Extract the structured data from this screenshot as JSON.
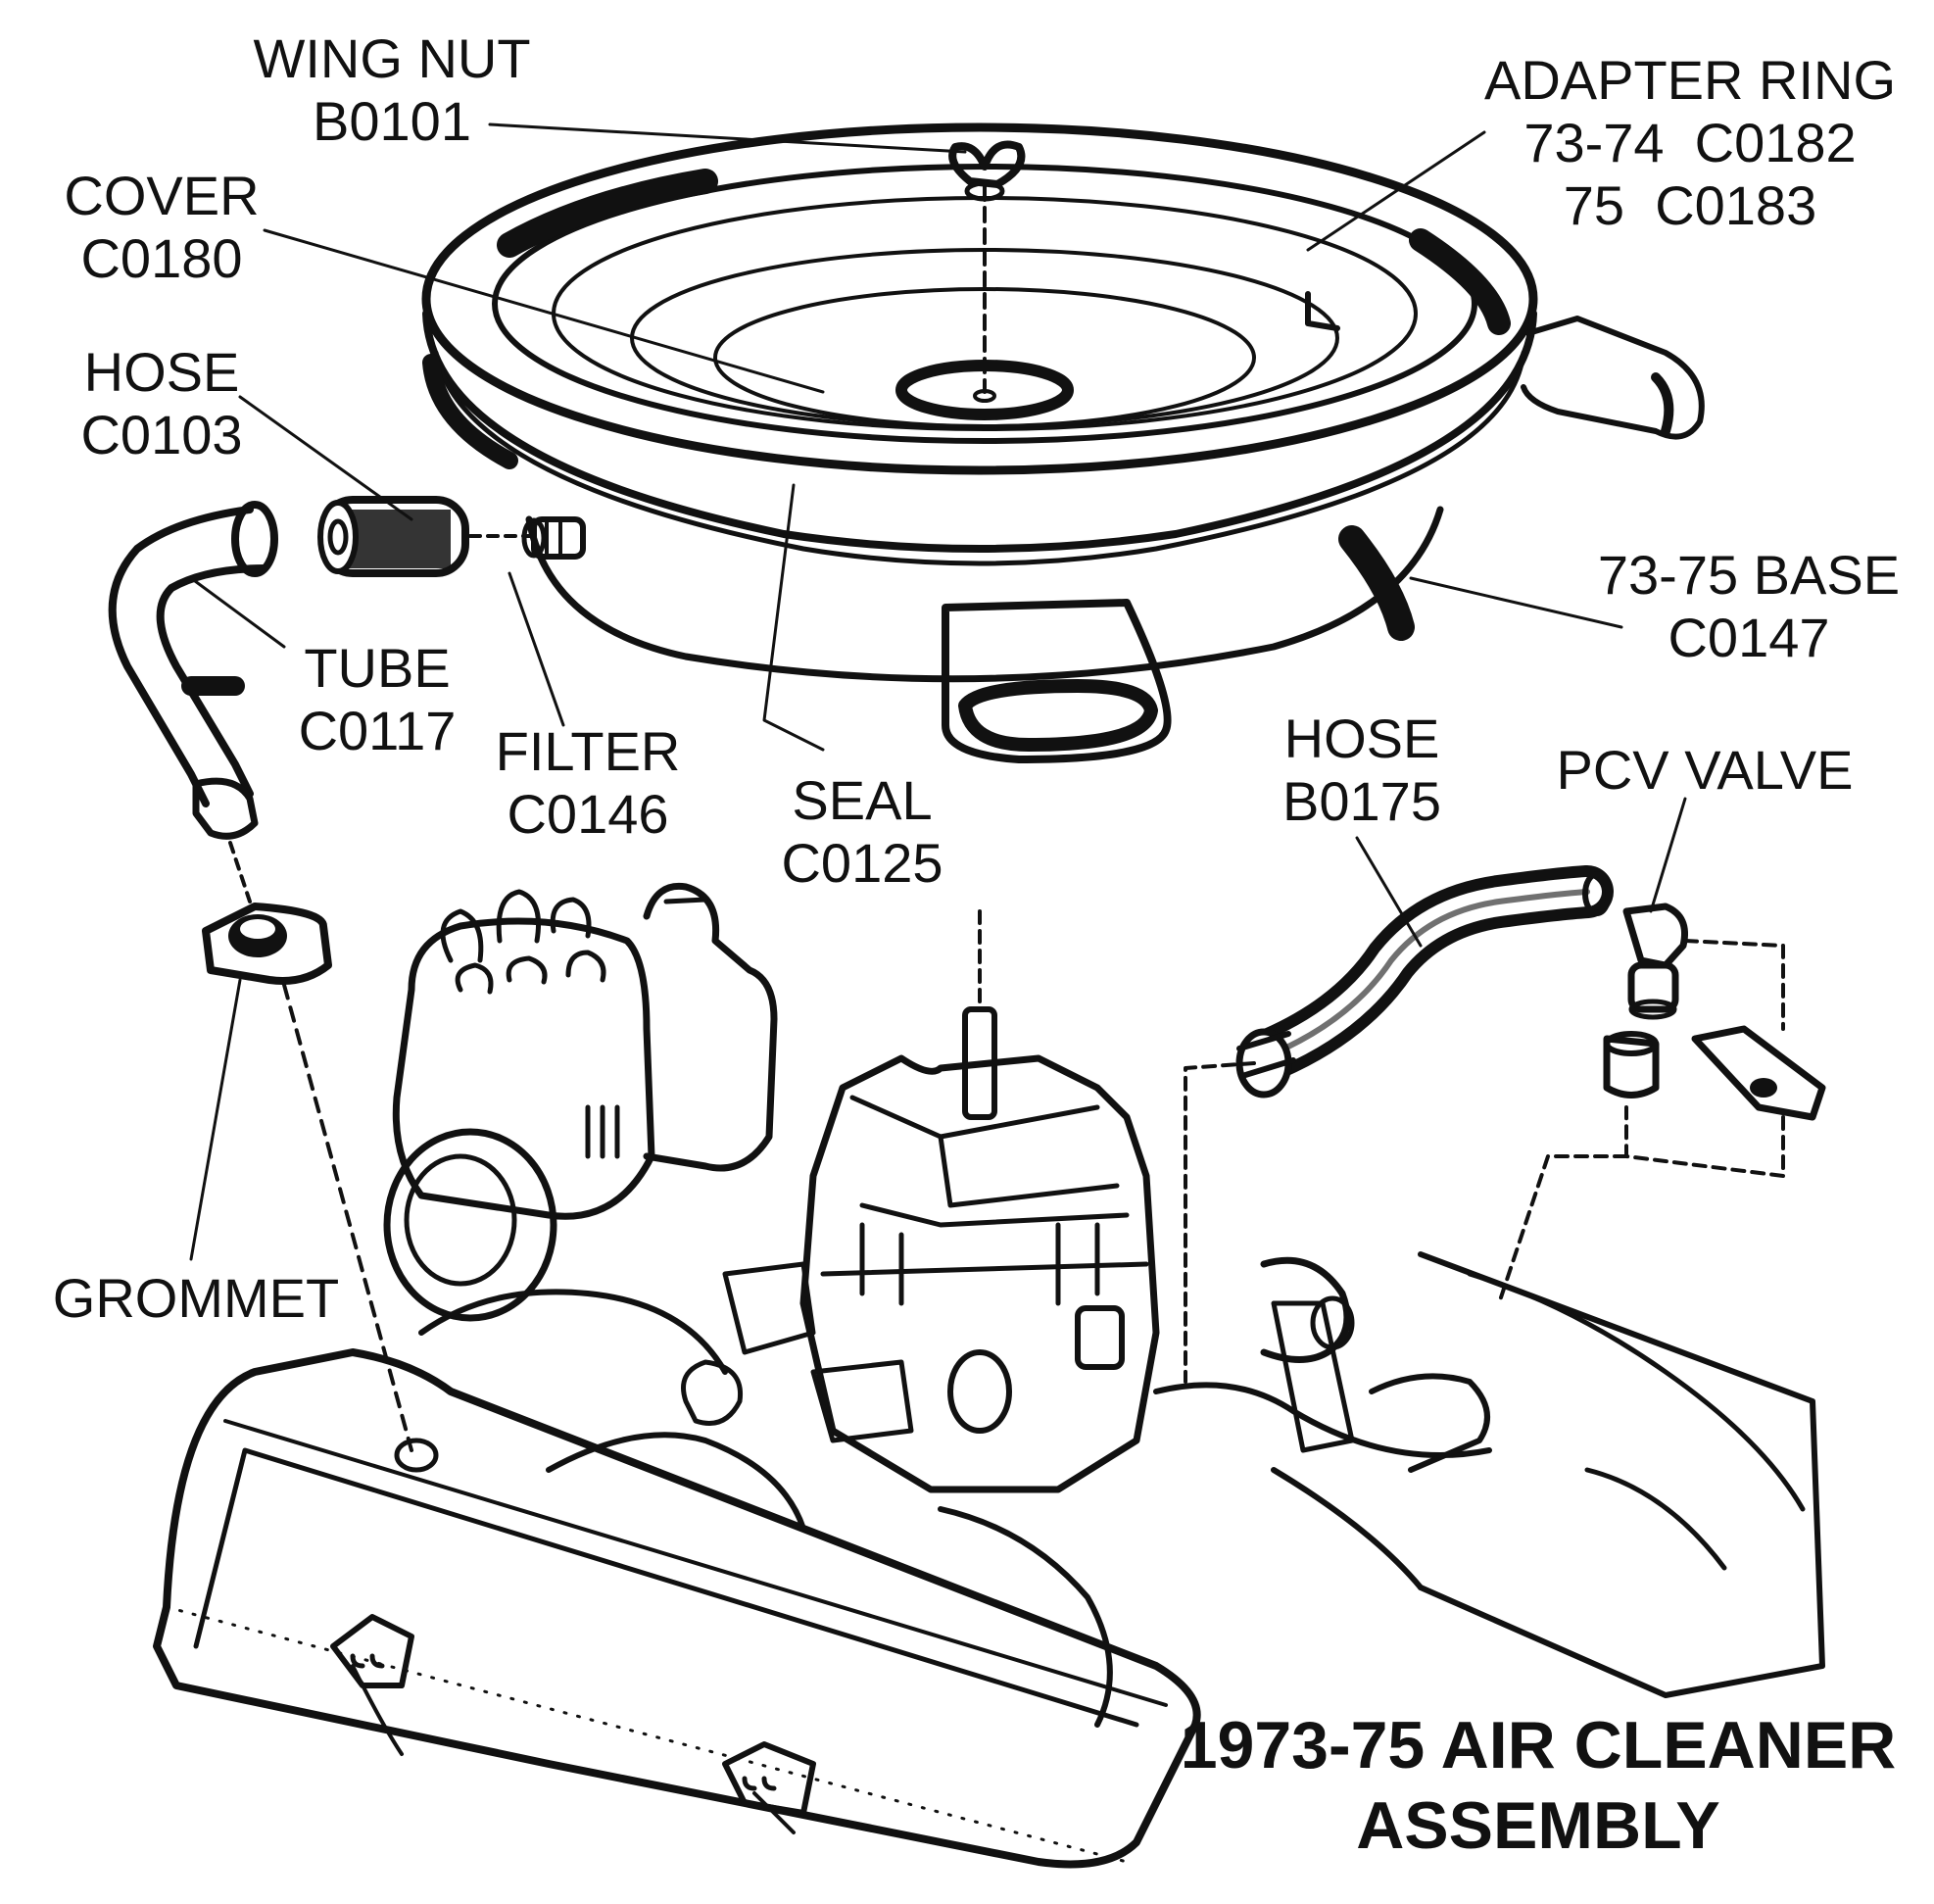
{
  "title": {
    "line1": "1973-75 AIR CLEANER",
    "line2": "ASSEMBLY"
  },
  "labels": {
    "wing_nut": {
      "name": "WING NUT",
      "part": "B0101"
    },
    "adapter_ring": {
      "name": "ADAPTER RING",
      "line2": "73-74  C0182",
      "line3": "75  C0183"
    },
    "cover": {
      "name": "COVER",
      "part": "C0180"
    },
    "hose_c0103": {
      "name": "HOSE",
      "part": "C0103"
    },
    "tube": {
      "name": "TUBE",
      "part": "C0117"
    },
    "filter": {
      "name": "FILTER",
      "part": "C0146"
    },
    "seal": {
      "name": "SEAL",
      "part": "C0125"
    },
    "base": {
      "name": "73-75 BASE",
      "part": "C0147"
    },
    "hose_b0175": {
      "name": "HOSE",
      "part": "B0175"
    },
    "pcv_valve": {
      "name": "PCV VALVE"
    },
    "grommet": {
      "name": "GROMMET"
    }
  },
  "colors": {
    "ink": "#111111",
    "paper": "#ffffff"
  }
}
